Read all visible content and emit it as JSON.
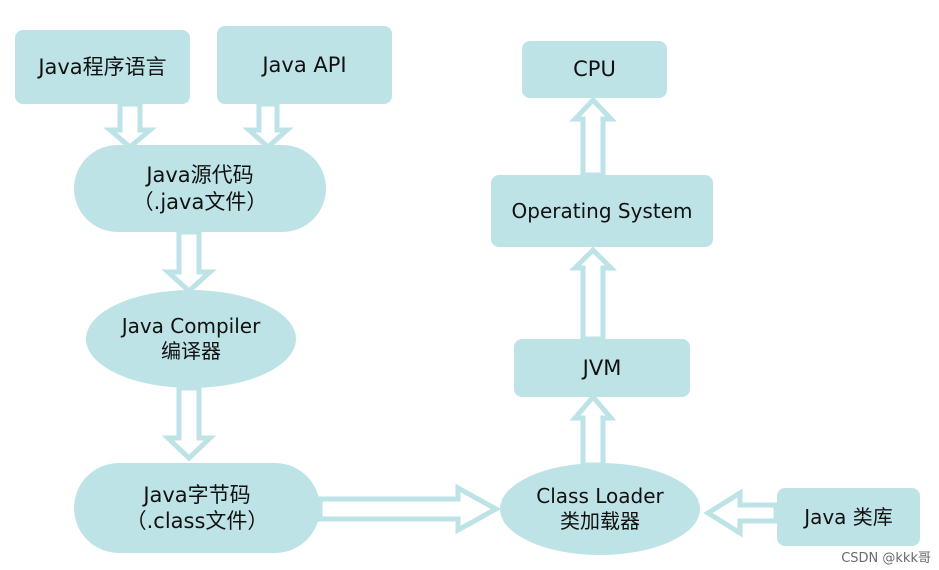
{
  "nodes": {
    "java_language": "Java程序语言",
    "java_api": "Java API",
    "java_source_line1": "Java源代码",
    "java_source_line2": "（.java文件）",
    "java_compiler_line1": "Java Compiler",
    "java_compiler_line2": "编译器",
    "java_bytecode_line1": "Java字节码",
    "java_bytecode_line2": "（.class文件）",
    "class_loader_line1": "Class Loader",
    "class_loader_line2": "类加载器",
    "java_library": "Java 类库",
    "jvm": "JVM",
    "operating_system": "Operating System",
    "cpu": "CPU"
  },
  "watermark": "CSDN @kkk哥",
  "colors": {
    "node_fill": "#bde3e6",
    "arrow_fill": "#ffffff",
    "arrow_stroke": "#bde3e6",
    "text": "#111111"
  }
}
